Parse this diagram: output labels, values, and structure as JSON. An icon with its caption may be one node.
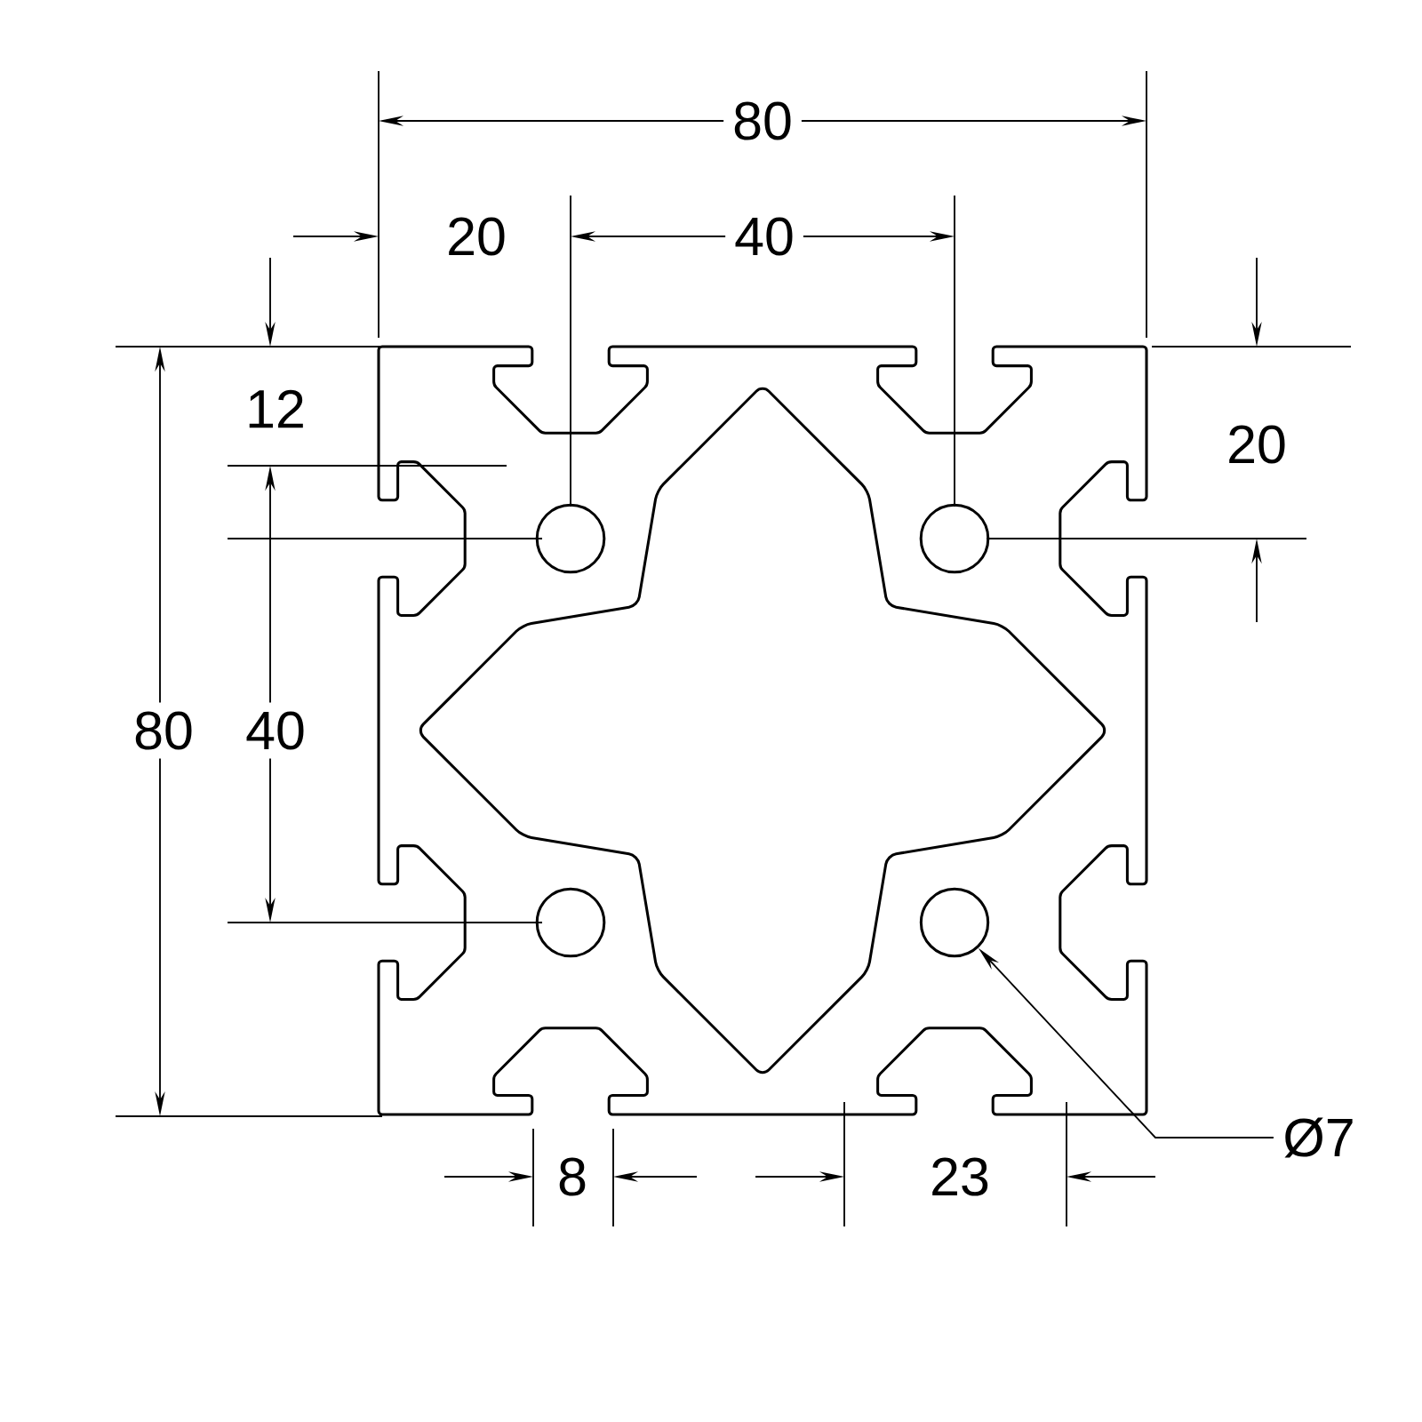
{
  "diagram": {
    "nodes": [
      {
        "text": [],
        "shape": "circle"
      },
      {
        "text": [
          "Ø7"
        ]
      }
    ],
    "edges": [
      {
        "from": 1,
        "to": 0,
        "arrow": "to"
      }
    ],
    "labels": [
      "80",
      "20",
      "40",
      "12",
      "20",
      "80",
      "40",
      "8",
      "23"
    ]
  }
}
